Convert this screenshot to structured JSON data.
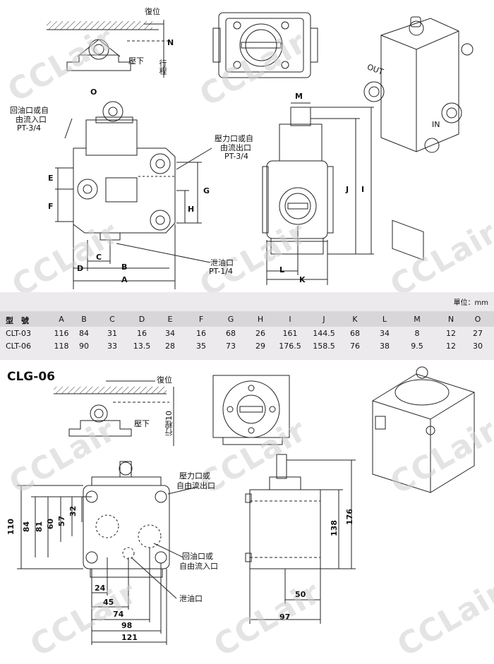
{
  "watermark": "CCLair",
  "clt_views": {
    "reset_label": "復位",
    "press_label": "壓下",
    "stroke_label": "行程",
    "return_port": "回油口或自",
    "return_port_2": "由流入口",
    "return_port_thread": "PT-3/4",
    "pressure_port": "壓力口或自",
    "pressure_port_2": "由流出口",
    "pressure_port_thread": "PT-3/4",
    "drain_port": "泄油口",
    "drain_port_thread": "PT-1/4",
    "out_label": "OUT",
    "in_label": "IN",
    "dims": [
      "O",
      "E",
      "F",
      "G",
      "H",
      "D",
      "C",
      "B",
      "A",
      "M",
      "J",
      "I",
      "L",
      "K",
      "N"
    ]
  },
  "table": {
    "unit": "單位：mm",
    "columns": [
      "型　號",
      "A",
      "B",
      "C",
      "D",
      "E",
      "F",
      "G",
      "H",
      "I",
      "J",
      "K",
      "L",
      "M",
      "N",
      "O"
    ],
    "rows": [
      [
        "CLT-03",
        "116",
        "84",
        "31",
        "16",
        "34",
        "16",
        "68",
        "26",
        "161",
        "144.5",
        "68",
        "34",
        "8",
        "12",
        "27"
      ],
      [
        "CLT-06",
        "118",
        "90",
        "33",
        "13.5",
        "28",
        "35",
        "73",
        "29",
        "176.5",
        "158.5",
        "76",
        "38",
        "9.5",
        "12",
        "30"
      ]
    ]
  },
  "clg": {
    "title": "CLG-06",
    "reset_label": "復位",
    "press_label": "壓下",
    "stroke_label": "行程10",
    "pressure_port": "壓力口或",
    "pressure_port_2": "自由流出口",
    "return_port": "回油口或",
    "return_port_2": "自由流入口",
    "drain_port": "泄油口",
    "vertical_dims": [
      "110",
      "84",
      "81",
      "60",
      "57",
      "32"
    ],
    "horizontal_dims": [
      "24",
      "45",
      "74",
      "98",
      "121"
    ],
    "side_dims": [
      "138",
      "176",
      "50",
      "97"
    ]
  }
}
